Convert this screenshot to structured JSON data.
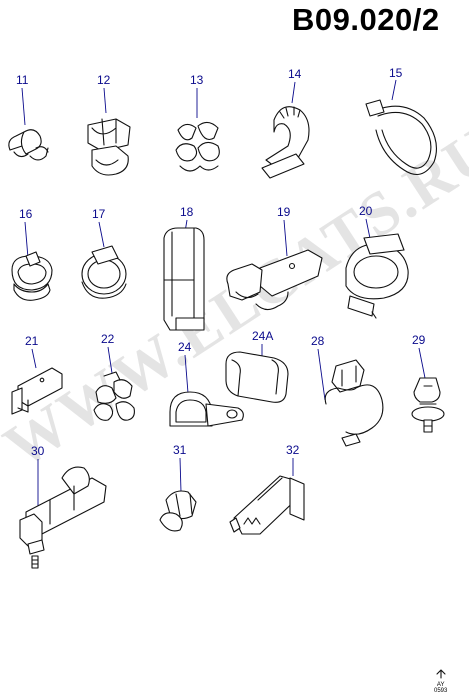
{
  "diagram": {
    "code": "B09.020/2",
    "watermark": "WWW.ELCATS.RU",
    "callouts": [
      "11",
      "12",
      "13",
      "14",
      "15",
      "16",
      "17",
      "18",
      "19",
      "20",
      "21",
      "22",
      "24",
      "24A",
      "28",
      "29",
      "30",
      "31",
      "32"
    ],
    "corner_mark": [
      "AY",
      "0593"
    ]
  }
}
